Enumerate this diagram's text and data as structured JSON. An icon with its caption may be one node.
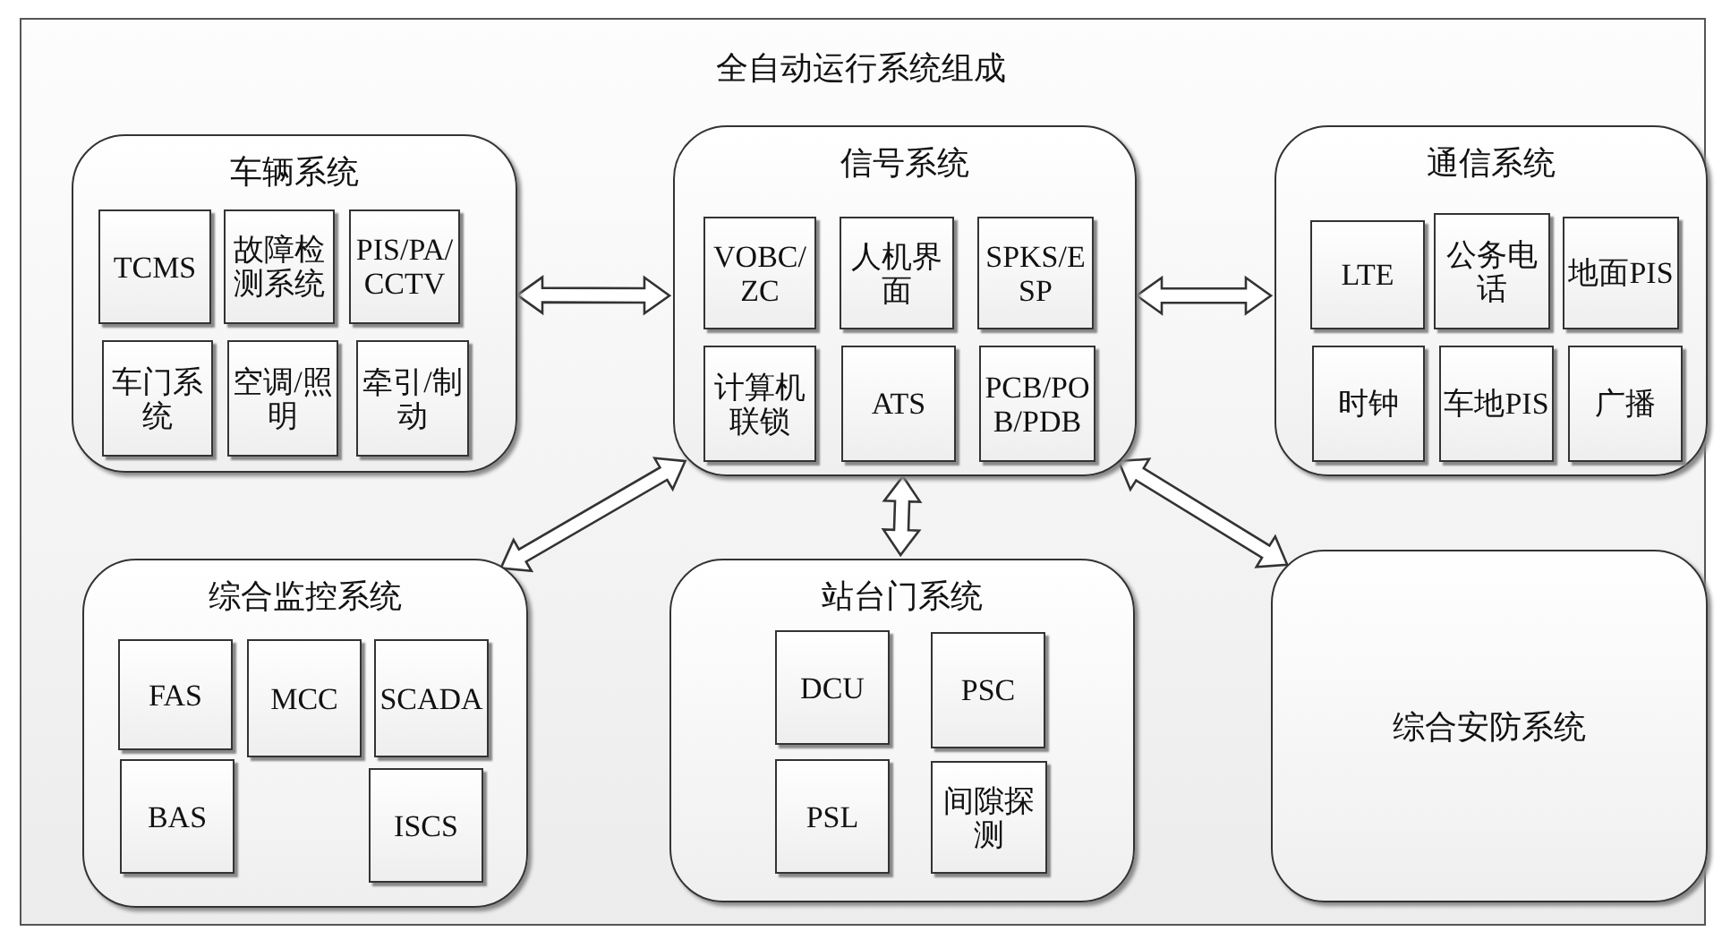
{
  "diagram": {
    "title": "全自动运行系统组成",
    "nodes": [
      {
        "text": [
          "车辆系统"
        ]
      },
      {
        "text": [
          "TCMS"
        ],
        "in": 0
      },
      {
        "text": [
          "故障检测系统"
        ],
        "in": 0
      },
      {
        "text": [
          "PIS/PA/CCTV"
        ],
        "in": 0
      },
      {
        "text": [
          "车门系统"
        ],
        "in": 0
      },
      {
        "text": [
          "空调/照明"
        ],
        "in": 0
      },
      {
        "text": [
          "牵引/制动"
        ],
        "in": 0
      },
      {
        "text": [
          "信号系统"
        ]
      },
      {
        "text": [
          "VOBC/ZC"
        ],
        "in": 7
      },
      {
        "text": [
          "人机界面"
        ],
        "in": 7
      },
      {
        "text": [
          "SPKS/ESP"
        ],
        "in": 7
      },
      {
        "text": [
          "计算机联锁"
        ],
        "in": 7
      },
      {
        "text": [
          "ATS"
        ],
        "in": 7
      },
      {
        "text": [
          "PCB/POB/PDB"
        ],
        "in": 7
      },
      {
        "text": [
          "通信系统"
        ]
      },
      {
        "text": [
          "LTE"
        ],
        "in": 14
      },
      {
        "text": [
          "公务电话"
        ],
        "in": 14
      },
      {
        "text": [
          "地面PIS"
        ],
        "in": 14
      },
      {
        "text": [
          "时钟"
        ],
        "in": 14
      },
      {
        "text": [
          "车地PIS"
        ],
        "in": 14
      },
      {
        "text": [
          "广播"
        ],
        "in": 14
      },
      {
        "text": [
          "综合监控系统"
        ]
      },
      {
        "text": [
          "FAS"
        ],
        "in": 21
      },
      {
        "text": [
          "MCC"
        ],
        "in": 21
      },
      {
        "text": [
          "SCADA"
        ],
        "in": 21
      },
      {
        "text": [
          "BAS"
        ],
        "in": 21
      },
      {
        "text": [
          "ISCS"
        ],
        "in": 21
      },
      {
        "text": [
          "站台门系统"
        ]
      },
      {
        "text": [
          "DCU"
        ],
        "in": 27
      },
      {
        "text": [
          "PSC"
        ],
        "in": 27
      },
      {
        "text": [
          "PSL"
        ],
        "in": 27
      },
      {
        "text": [
          "间隙探测"
        ],
        "in": 27
      },
      {
        "text": [
          "综合安防系统"
        ]
      }
    ],
    "edges": [
      {
        "from": 0,
        "to": 7,
        "arrow": "both"
      },
      {
        "from": 7,
        "to": 14,
        "arrow": "both"
      },
      {
        "from": 7,
        "to": 21,
        "arrow": "both"
      },
      {
        "from": 7,
        "to": 27,
        "arrow": "both"
      },
      {
        "from": 7,
        "to": 32,
        "arrow": "both"
      }
    ]
  }
}
